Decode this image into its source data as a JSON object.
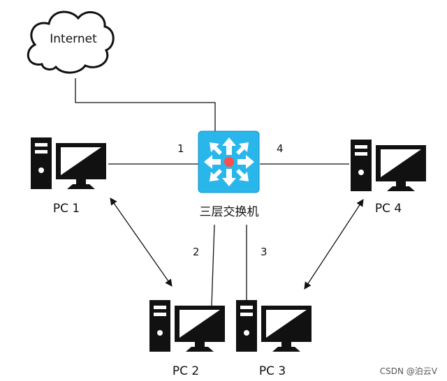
{
  "cloud": {
    "label": "Internet"
  },
  "switch": {
    "label": "三层交换机"
  },
  "pcs": [
    {
      "label": "PC 1"
    },
    {
      "label": "PC 2"
    },
    {
      "label": "PC 3"
    },
    {
      "label": "PC 4"
    }
  ],
  "ports": [
    "1",
    "2",
    "3",
    "4"
  ],
  "watermark": "CSDN @泊云V",
  "colors": {
    "switch_fill": "#29b6ea",
    "switch_center": "#ff4d4d",
    "line": "#111111"
  }
}
